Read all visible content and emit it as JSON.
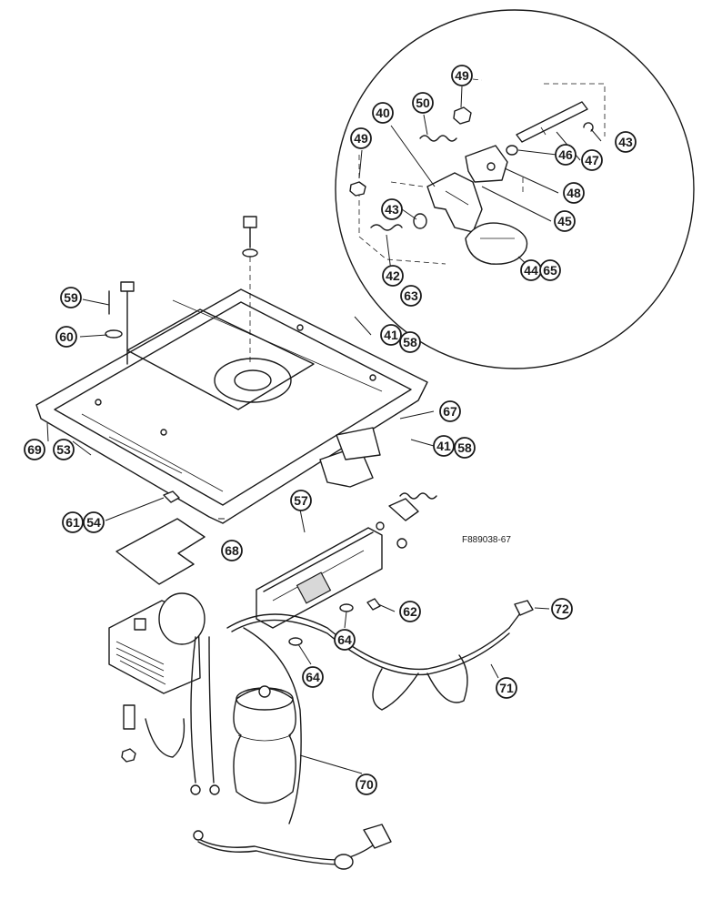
{
  "drawing_ref": "F889038-67",
  "callouts": {
    "c40": "40",
    "c41a": "41",
    "c41b": "41",
    "c42": "42",
    "c43a": "43",
    "c43b": "43",
    "c44": "44",
    "c45": "45",
    "c46": "46",
    "c47": "47",
    "c48": "48",
    "c49a": "49",
    "c49b": "49",
    "c50": "50",
    "c53": "53",
    "c54": "54",
    "c57": "57",
    "c58a": "58",
    "c58b": "58",
    "c59": "59",
    "c60": "60",
    "c61": "61",
    "c62": "62",
    "c63": "63",
    "c64a": "64",
    "c64b": "64",
    "c65": "65",
    "c67": "67",
    "c68": "68",
    "c69": "69",
    "c70": "70",
    "c71": "71",
    "c72": "72"
  }
}
